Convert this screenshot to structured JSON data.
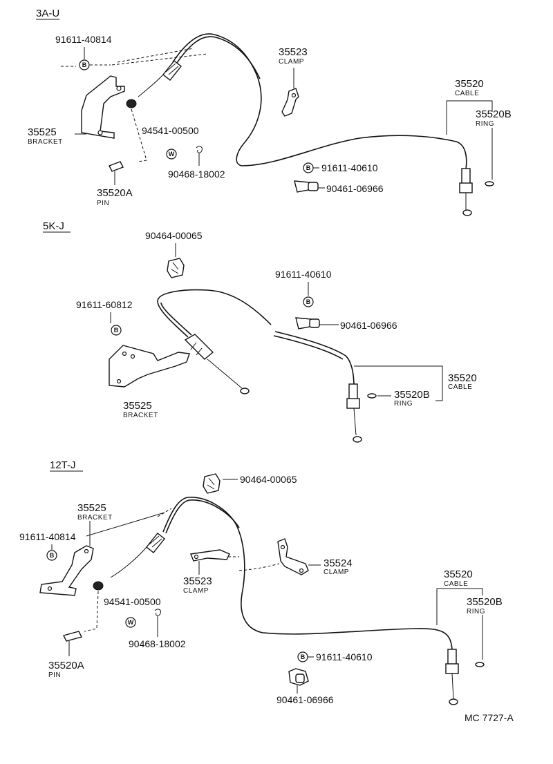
{
  "sections": {
    "s1": "3A-U",
    "s2": "5K-J",
    "s3": "12T-J"
  },
  "symbols": {
    "bolt": "B",
    "washer": "W"
  },
  "labels": {
    "p91611_40814": "91611-40814",
    "p35525": "35525",
    "bracket": "BRACKET",
    "p94541_00500": "94541-00500",
    "p90468_18002": "90468-18002",
    "p35520A": "35520A",
    "pin": "PIN",
    "p35523": "35523",
    "clamp": "CLAMP",
    "p35520": "35520",
    "cable": "CABLE",
    "p35520B": "35520B",
    "ring": "RING",
    "p91611_40610": "91611-40610",
    "p90461_06966": "90461-06966",
    "p90464_00065": "90464-00065",
    "p91611_60812": "91611-60812",
    "p35524": "35524",
    "footer": "MC 7727-A"
  }
}
